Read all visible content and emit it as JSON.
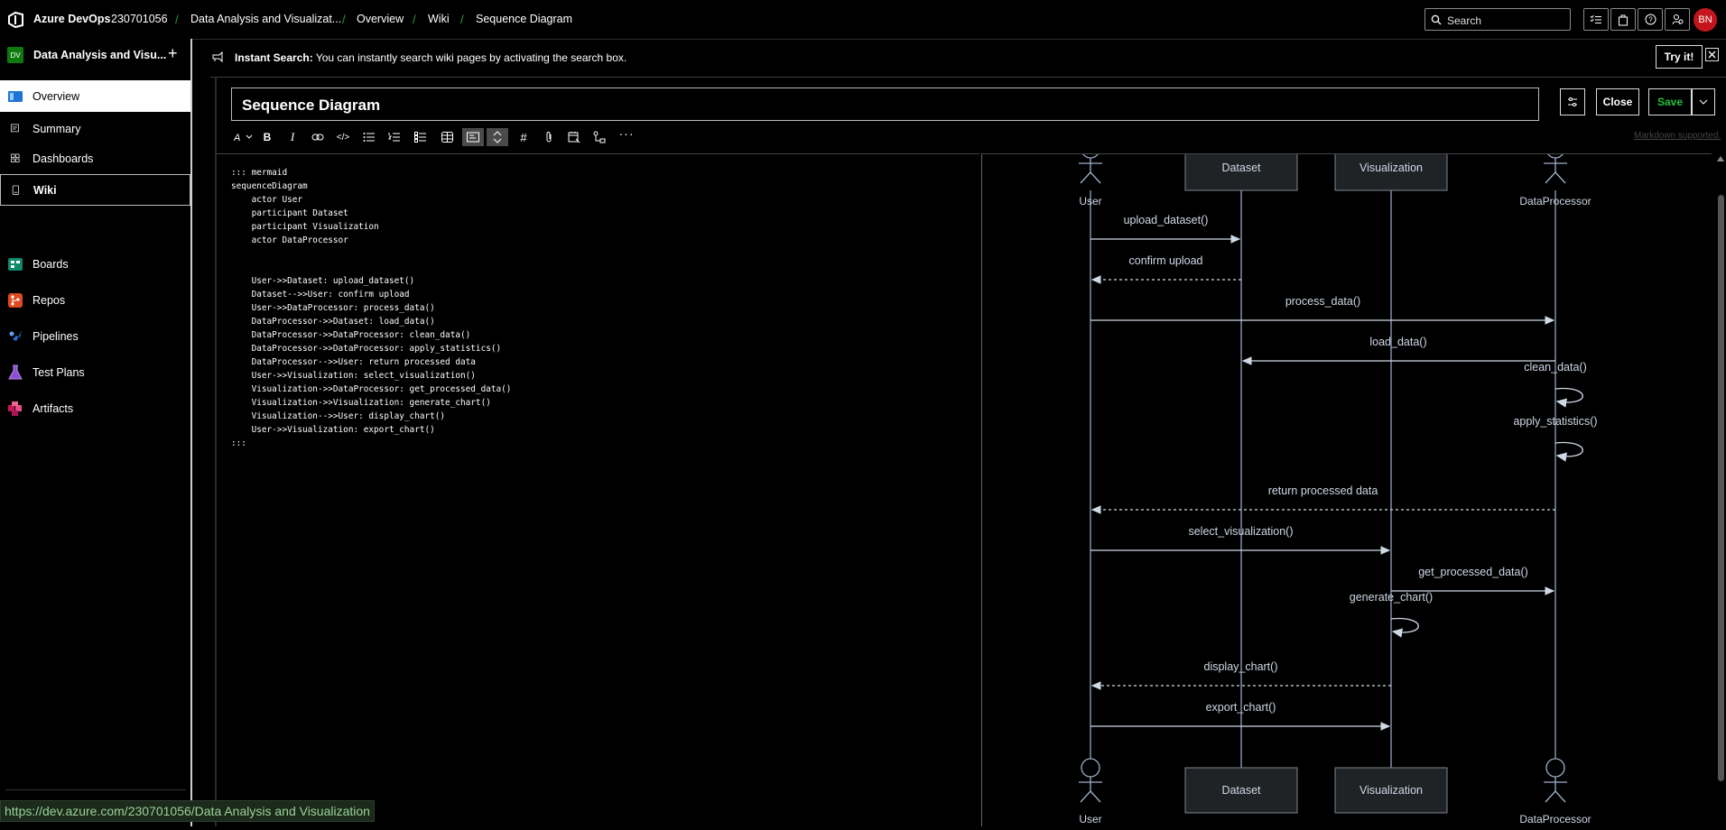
{
  "topbar": {
    "org": "Azure DevOps",
    "crumbs": [
      "230701056",
      "Data Analysis and Visualizat...",
      "Overview",
      "Wiki",
      "Sequence Diagram"
    ],
    "search_placeholder": "Search",
    "avatar_initials": "BN"
  },
  "leftnav": {
    "project_initials": "DV",
    "project_name": "Data Analysis and Visu...",
    "items": [
      {
        "label": "Overview",
        "icon": "overview-icon"
      },
      {
        "label": "Summary",
        "icon": "summary-icon"
      },
      {
        "label": "Dashboards",
        "icon": "dashboards-icon"
      },
      {
        "label": "Wiki",
        "icon": "wiki-icon"
      },
      {
        "label": "Boards",
        "icon": "boards-icon"
      },
      {
        "label": "Repos",
        "icon": "repos-icon"
      },
      {
        "label": "Pipelines",
        "icon": "pipelines-icon"
      },
      {
        "label": "Test Plans",
        "icon": "test-plans-icon"
      },
      {
        "label": "Artifacts",
        "icon": "artifacts-icon"
      }
    ]
  },
  "infobar": {
    "title": "Instant Search:",
    "text": " You can instantly search wiki pages by activating the search box.",
    "try_label": "Try it!"
  },
  "editor": {
    "page_title": "Sequence Diagram",
    "close_label": "Close",
    "save_label": "Save",
    "markdown_hint": "Markdown supported.",
    "code_lines": [
      "::: mermaid",
      "sequenceDiagram",
      "    actor User",
      "    participant Dataset",
      "    participant Visualization",
      "    actor DataProcessor",
      "",
      "",
      "    User->>Dataset: upload_dataset()",
      "    Dataset-->>User: confirm upload",
      "    User->>DataProcessor: process_data()",
      "    DataProcessor->>Dataset: load_data()",
      "    DataProcessor->>DataProcessor: clean_data()",
      "    DataProcessor->>DataProcessor: apply_statistics()",
      "    DataProcessor-->>User: return processed data",
      "    User->>Visualization: select_visualization()",
      "    Visualization->>DataProcessor: get_processed_data()",
      "    Visualization->>Visualization: generate_chart()",
      "    Visualization-->>User: display_chart()",
      "    User->>Visualization: export_chart()",
      ":::"
    ]
  },
  "diagram": {
    "participants": [
      "User",
      "Dataset",
      "Visualization",
      "DataProcessor"
    ],
    "messages": [
      {
        "from": 0,
        "to": 1,
        "label": "upload_dataset()",
        "dashed": false
      },
      {
        "from": 1,
        "to": 0,
        "label": "confirm upload",
        "dashed": true
      },
      {
        "from": 0,
        "to": 3,
        "label": "process_data()",
        "dashed": false
      },
      {
        "from": 3,
        "to": 1,
        "label": "load_data()",
        "dashed": false
      },
      {
        "from": 3,
        "to": 3,
        "label": "clean_data()",
        "dashed": false
      },
      {
        "from": 3,
        "to": 3,
        "label": "apply_statistics()",
        "dashed": false
      },
      {
        "from": 3,
        "to": 0,
        "label": "return processed data",
        "dashed": true
      },
      {
        "from": 0,
        "to": 2,
        "label": "select_visualization()",
        "dashed": false
      },
      {
        "from": 2,
        "to": 3,
        "label": "get_processed_data()",
        "dashed": false
      },
      {
        "from": 2,
        "to": 2,
        "label": "generate_chart()",
        "dashed": false
      },
      {
        "from": 2,
        "to": 0,
        "label": "display_chart()",
        "dashed": true
      },
      {
        "from": 0,
        "to": 2,
        "label": "export_chart()",
        "dashed": false
      }
    ]
  },
  "status_url": "https://dev.azure.com/230701056/Data Analysis and Visualization"
}
